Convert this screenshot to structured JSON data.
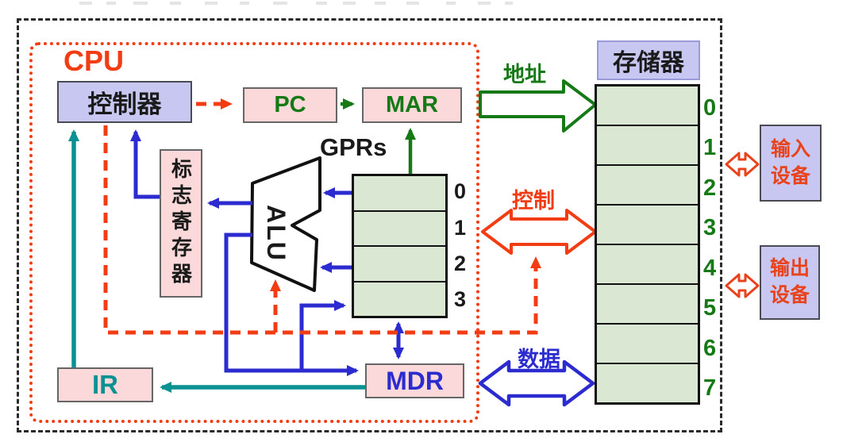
{
  "cpu": {
    "label": "CPU",
    "controller_label": "控制器",
    "pc_label": "PC",
    "mar_label": "MAR",
    "gprs_label": "GPRs",
    "gpr_row_labels": [
      "0",
      "1",
      "2",
      "3"
    ],
    "flag_register_label": "标志寄存器",
    "alu_label": "ALU",
    "ir_label": "IR",
    "mdr_label": "MDR"
  },
  "memory": {
    "label": "存储器",
    "row_labels": [
      "0",
      "1",
      "2",
      "3",
      "4",
      "5",
      "6",
      "7"
    ]
  },
  "buses": {
    "address_label": "地址",
    "control_label": "控制",
    "data_label": "数据"
  },
  "io": {
    "input_device_label": "输入设备",
    "output_device_label": "输出设备"
  },
  "colors": {
    "red_orange": "#f23c14",
    "dark_green": "#157a15",
    "blue": "#2b2bd0",
    "teal": "#0a9191",
    "lavender_box": "#c7c7f1",
    "pink_box": "#fbd9da",
    "green_cell": "#d9e7d3",
    "io_text_red": "#e8431d",
    "black": "#1a1a1a"
  }
}
